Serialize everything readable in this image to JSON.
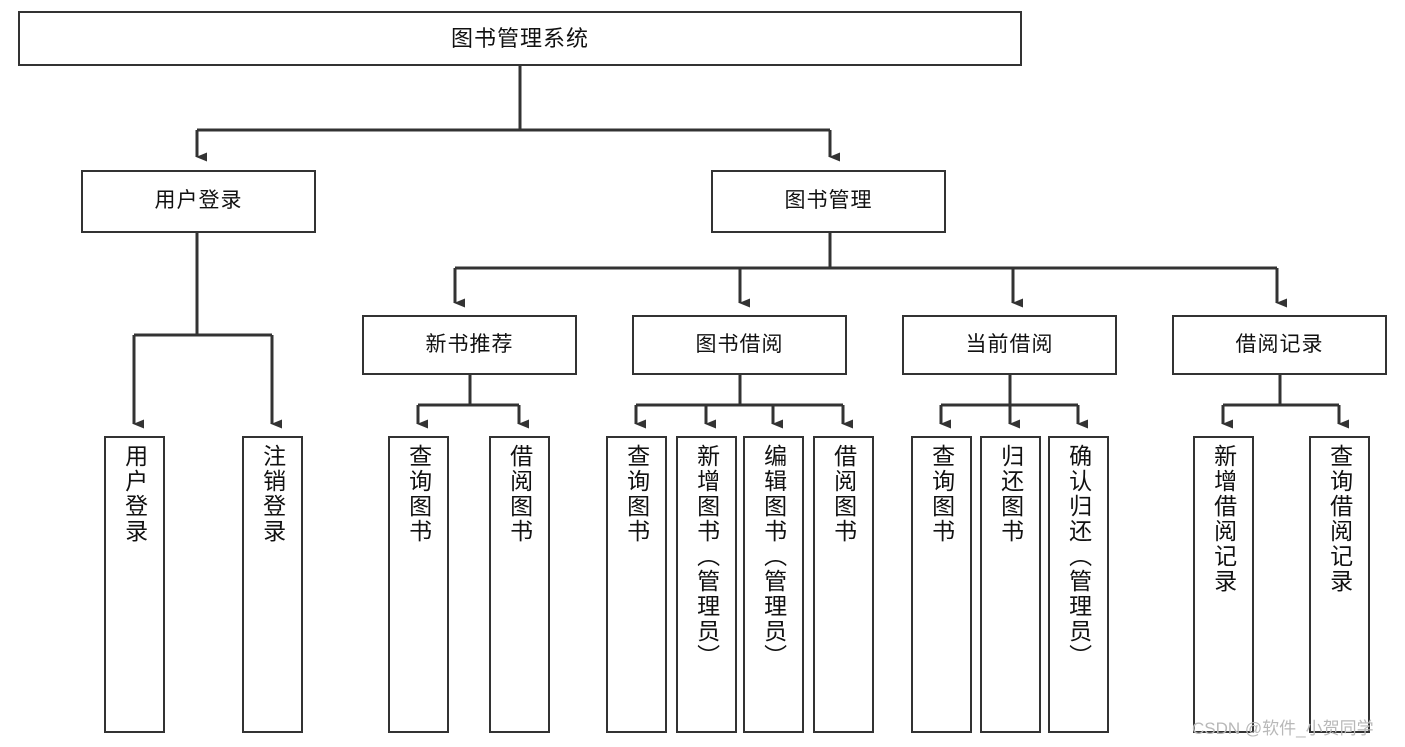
{
  "diagram": {
    "type": "hierarchy-tree",
    "title": "图书管理系统",
    "levels": 4,
    "nodes": {
      "root": {
        "label": "图书管理系统"
      },
      "l2": [
        {
          "id": "user-login",
          "label": "用户登录"
        },
        {
          "id": "book-manage",
          "label": "图书管理"
        }
      ],
      "l3": [
        {
          "id": "new-book-rec",
          "label": "新书推荐",
          "parent": "book-manage"
        },
        {
          "id": "book-borrow",
          "label": "图书借阅",
          "parent": "book-manage"
        },
        {
          "id": "current-borrow",
          "label": "当前借阅",
          "parent": "book-manage"
        },
        {
          "id": "borrow-record",
          "label": "借阅记录",
          "parent": "book-manage"
        }
      ],
      "leaves": [
        {
          "id": "leaf-user-login",
          "label": "用户登录",
          "parent": "user-login"
        },
        {
          "id": "leaf-user-logout",
          "label": "注销登录",
          "parent": "user-login"
        },
        {
          "id": "leaf-query-book-1",
          "label": "查询图书",
          "parent": "new-book-rec"
        },
        {
          "id": "leaf-borrow-book-1",
          "label": "借阅图书",
          "parent": "new-book-rec"
        },
        {
          "id": "leaf-query-book-2",
          "label": "查询图书",
          "parent": "book-borrow"
        },
        {
          "id": "leaf-add-book",
          "label": "新增图书（管理员）",
          "parent": "book-borrow"
        },
        {
          "id": "leaf-edit-book",
          "label": "编辑图书（管理员）",
          "parent": "book-borrow"
        },
        {
          "id": "leaf-borrow-book-2",
          "label": "借阅图书",
          "parent": "book-borrow"
        },
        {
          "id": "leaf-query-book-3",
          "label": "查询图书",
          "parent": "current-borrow"
        },
        {
          "id": "leaf-return-book",
          "label": "归还图书",
          "parent": "current-borrow"
        },
        {
          "id": "leaf-confirm-return",
          "label": "确认归还（管理员）",
          "parent": "current-borrow"
        },
        {
          "id": "leaf-add-record",
          "label": "新增借阅记录",
          "parent": "borrow-record"
        },
        {
          "id": "leaf-query-record",
          "label": "查询借阅记录",
          "parent": "borrow-record"
        }
      ]
    },
    "colors": {
      "box_border": "#333333",
      "box_fill": "#ffffff",
      "connector": "#333333",
      "text": "#111111",
      "watermark": "#b8b8b8",
      "background": "#ffffff"
    }
  },
  "watermark": {
    "text": "CSDN @软件_小贺同学"
  }
}
